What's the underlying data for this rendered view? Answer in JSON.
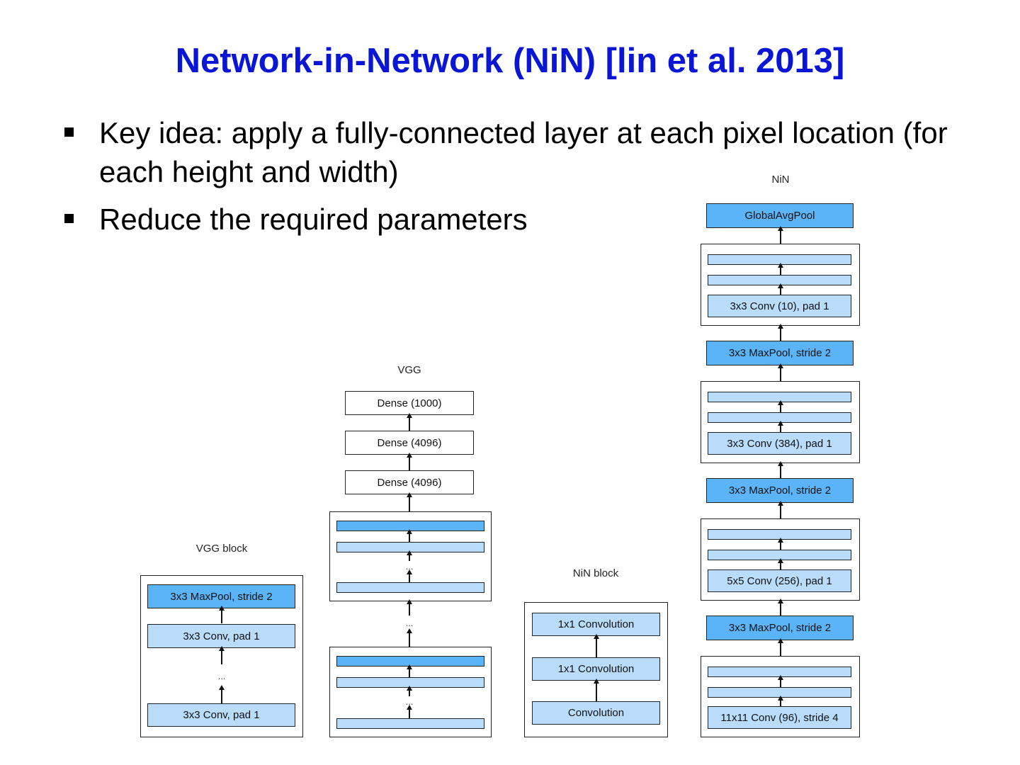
{
  "slide": {
    "title": "Network-in-Network (NiN) [lin et al. 2013]",
    "bullets": [
      "Key idea: apply a fully-connected layer at each pixel location (for each height and width)",
      "Reduce the required parameters"
    ]
  },
  "diagram": {
    "vgg_block": {
      "label": "VGG block",
      "layers": [
        "3x3 MaxPool, stride 2",
        "3x3 Conv, pad 1",
        "3x3 Conv, pad 1"
      ],
      "ellipsis": "..."
    },
    "vgg": {
      "label": "VGG",
      "dense": [
        "Dense (1000)",
        "Dense (4096)",
        "Dense (4096)"
      ],
      "ellipsis": "..."
    },
    "nin_block": {
      "label": "NiN block",
      "layers": [
        "1x1 Convolution",
        "1x1 Convolution",
        "Convolution"
      ]
    },
    "nin": {
      "label": "NiN",
      "layers": [
        "GlobalAvgPool",
        "3x3 Conv (10), pad 1",
        "3x3 MaxPool, stride 2",
        "3x3 Conv (384), pad 1",
        "3x3 MaxPool, stride 2",
        "5x5 Conv (256), pad 1",
        "3x3 MaxPool, stride 2",
        "11x11 Conv (96), stride 4"
      ]
    }
  },
  "colors": {
    "title": "#0a16d6",
    "pool_fill": "#5ab4f7",
    "conv_fill": "#b9dcfb"
  }
}
